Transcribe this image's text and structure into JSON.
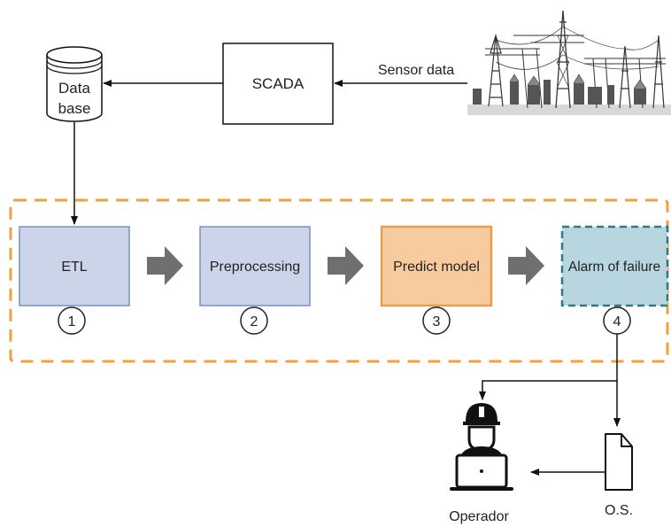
{
  "database": {
    "line1": "Data",
    "line2": "base"
  },
  "scada": {
    "label": "SCADA"
  },
  "sensor": {
    "label": "Sensor data"
  },
  "pipeline": [
    {
      "label": "ETL",
      "step": "1"
    },
    {
      "label": "Preprocessing",
      "step": "2"
    },
    {
      "label": "Predict model",
      "step": "3"
    },
    {
      "label": "Alarm of failure",
      "step": "4"
    }
  ],
  "operator": {
    "label": "Operador"
  },
  "os": {
    "label": "O.S."
  },
  "colors": {
    "etl_fill": "#ccd4ea",
    "etl_stroke": "#7a8ec6",
    "predict_fill": "#f8cb9f",
    "predict_stroke": "#e0a050",
    "alarm_fill": "#b8d6df",
    "alarm_stroke": "#2e7a8c",
    "dashed_frame": "#f0a040",
    "block_arrow": "#6f6f6f"
  }
}
